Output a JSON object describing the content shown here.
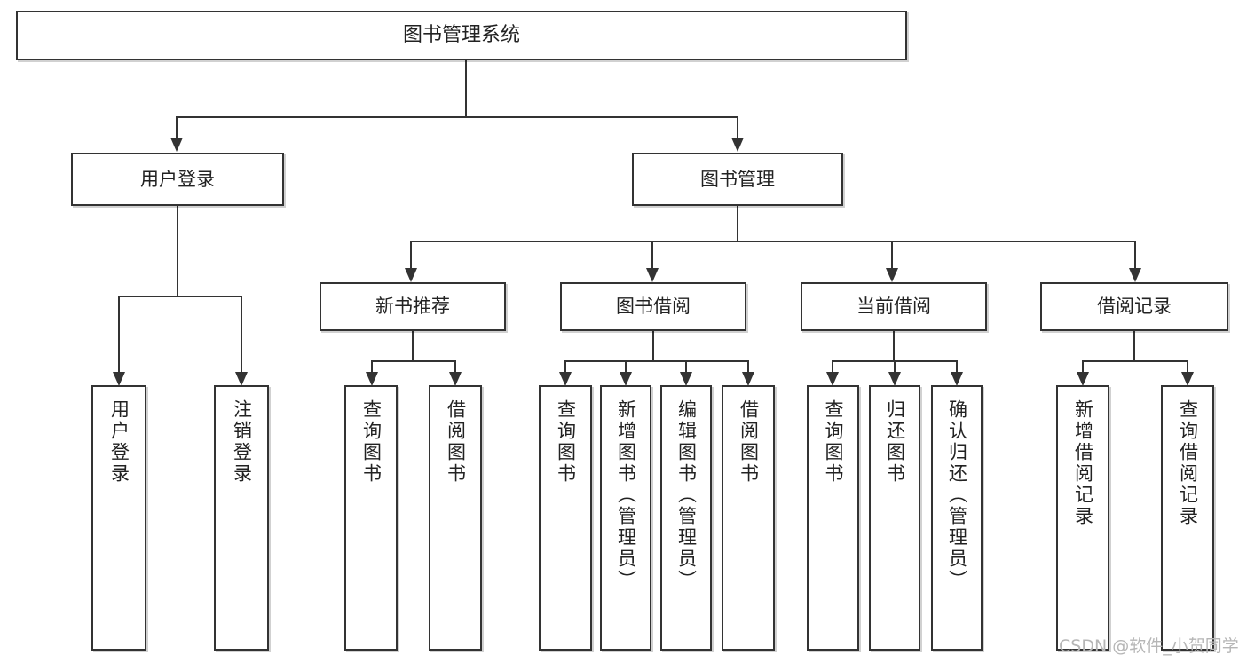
{
  "diagram": {
    "title": "图书管理系统",
    "type": "tree",
    "watermark": "CSDN @软件_小贺同学",
    "theme": {
      "background": "#ffffff",
      "border": "#333333",
      "text": "#222222",
      "line": "#333333",
      "watermark": "#b6b6b6"
    },
    "nodes": {
      "root": {
        "label": "图书管理系统"
      },
      "level2": [
        {
          "id": "user-login",
          "label": "用户登录"
        },
        {
          "id": "book-manage",
          "label": "图书管理"
        }
      ],
      "level3": [
        {
          "id": "new-book-recommend",
          "label": "新书推荐"
        },
        {
          "id": "book-borrow",
          "label": "图书借阅"
        },
        {
          "id": "current-borrow",
          "label": "当前借阅"
        },
        {
          "id": "borrow-record",
          "label": "借阅记录"
        }
      ],
      "leaves": {
        "user-login": [
          {
            "id": "leaf-user-login",
            "label": "用户登录"
          },
          {
            "id": "leaf-logout-login",
            "label": "注销登录"
          }
        ],
        "new-book-recommend": [
          {
            "id": "leaf-query-book-1",
            "label": "查询图书"
          },
          {
            "id": "leaf-borrow-book-1",
            "label": "借阅图书"
          }
        ],
        "book-borrow": [
          {
            "id": "leaf-query-book-2",
            "label": "查询图书"
          },
          {
            "id": "leaf-add-book-admin",
            "label": "新增图书（管理员）"
          },
          {
            "id": "leaf-edit-book-admin",
            "label": "编辑图书（管理员）"
          },
          {
            "id": "leaf-borrow-book-2",
            "label": "借阅图书"
          }
        ],
        "current-borrow": [
          {
            "id": "leaf-query-book-3",
            "label": "查询图书"
          },
          {
            "id": "leaf-return-book",
            "label": "归还图书"
          },
          {
            "id": "leaf-confirm-return-admin",
            "label": "确认归还（管理员）"
          }
        ],
        "borrow-record": [
          {
            "id": "leaf-add-borrow-record",
            "label": "新增借阅记录"
          },
          {
            "id": "leaf-query-borrow-record",
            "label": "查询借阅记录"
          }
        ]
      }
    }
  }
}
